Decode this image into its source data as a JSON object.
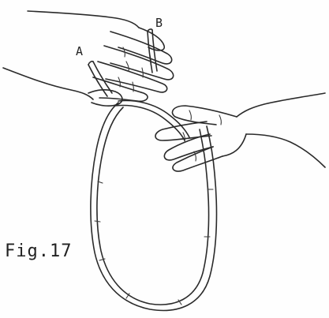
{
  "figure": {
    "caption": "Fig.17",
    "labels": {
      "a": "A",
      "b": "B"
    }
  }
}
